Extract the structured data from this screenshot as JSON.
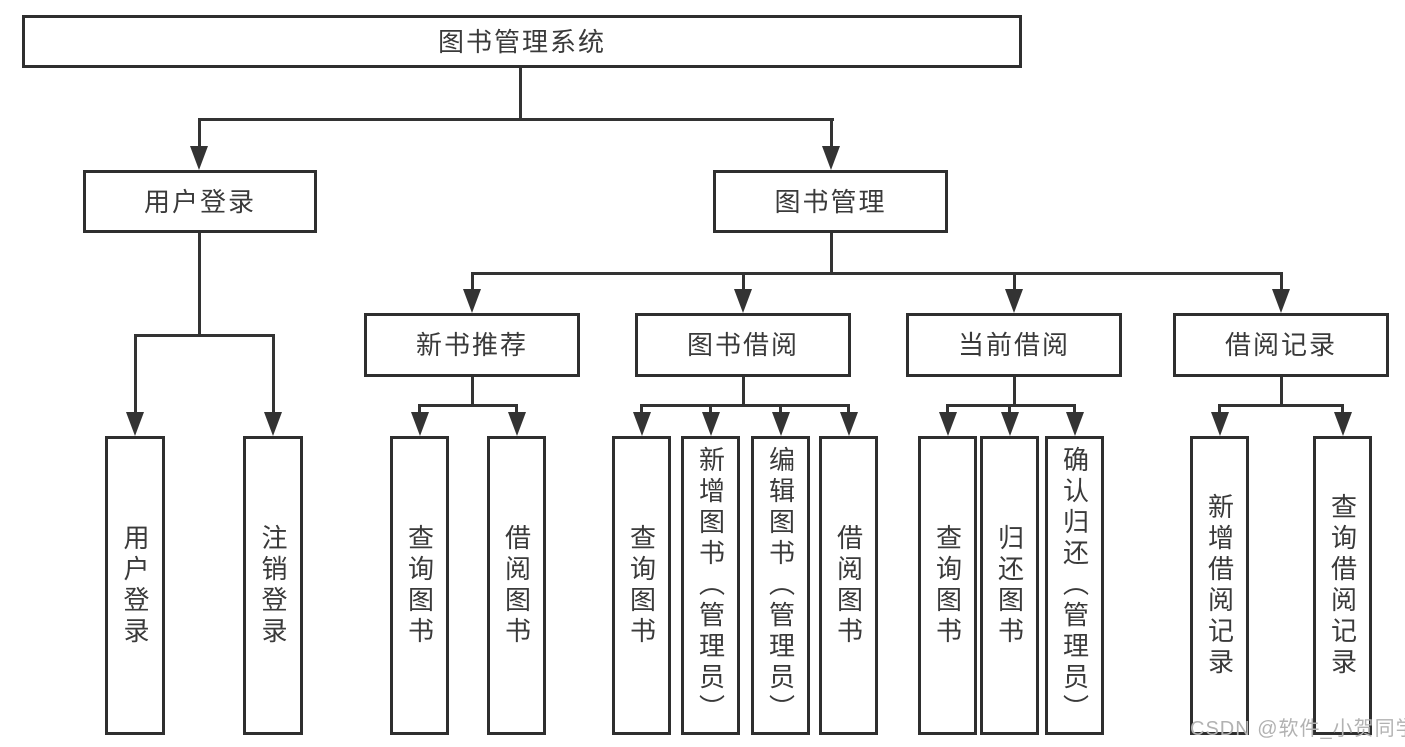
{
  "tree": {
    "root": {
      "label": "图书管理系统"
    },
    "children": [
      {
        "label": "用户登录",
        "children": [
          {
            "label": "用户登录"
          },
          {
            "label": "注销登录"
          }
        ]
      },
      {
        "label": "图书管理",
        "children": [
          {
            "label": "新书推荐",
            "children": [
              {
                "label": "查询图书"
              },
              {
                "label": "借阅图书"
              }
            ]
          },
          {
            "label": "图书借阅",
            "children": [
              {
                "label": "查询图书"
              },
              {
                "label": "新增图书（管理员）"
              },
              {
                "label": "编辑图书（管理员）"
              },
              {
                "label": "借阅图书"
              }
            ]
          },
          {
            "label": "当前借阅",
            "children": [
              {
                "label": "查询图书"
              },
              {
                "label": "归还图书"
              },
              {
                "label": "确认归还（管理员）"
              }
            ]
          },
          {
            "label": "借阅记录",
            "children": [
              {
                "label": "新增借阅记录"
              },
              {
                "label": "查询借阅记录"
              }
            ]
          }
        ]
      }
    ]
  },
  "watermark": {
    "text": "CSDN @软件_小贺同学"
  },
  "colors": {
    "line": "#333333",
    "box_border": "#2f2f2f",
    "text": "#3a3a3a",
    "watermark": "#b2b2b2",
    "background": "#ffffff"
  }
}
